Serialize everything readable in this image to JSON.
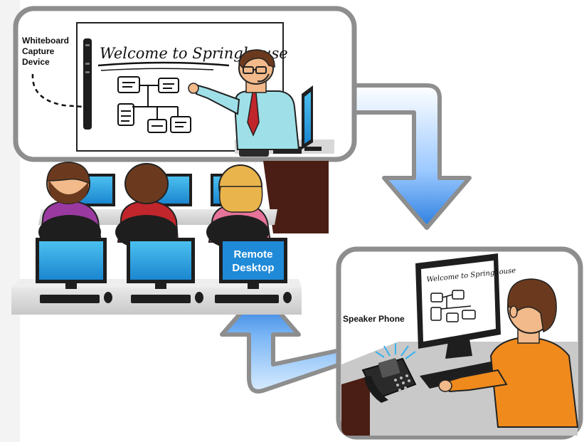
{
  "labels": {
    "capture_device_line1": "Whiteboard",
    "capture_device_line2": "Capture",
    "capture_device_line3": "Device",
    "whiteboard_title": "Welcome to Springhouse",
    "remote_monitor_title": "Welcome to Springhouse",
    "remote_desktop_line1": "Remote",
    "remote_desktop_line2": "Desktop",
    "speaker_phone": "Speaker Phone"
  },
  "colors": {
    "panel_border": "#8e8e8e",
    "arrow_light": "#cfe6ff",
    "arrow_dark": "#2a7ee0",
    "monitor_blue": "#2aa0e6",
    "remote_desktop_bg": "#1f8ad8",
    "instructor_shirt": "#9fe0e8",
    "instructor_tie": "#c0262b",
    "remote_shirt": "#f08a1c",
    "student1_shirt": "#9a3aa0",
    "student2_shirt": "#c0262b",
    "student3_shirt": "#e6739a",
    "desk": "#dcdcdc",
    "wood": "#4a1e14"
  },
  "icons": {
    "capture_device": "whiteboard-capture-device-icon",
    "speaker_phone": "speaker-phone-icon",
    "monitor": "monitor-icon",
    "keyboard": "keyboard-icon",
    "mouse": "mouse-icon"
  }
}
